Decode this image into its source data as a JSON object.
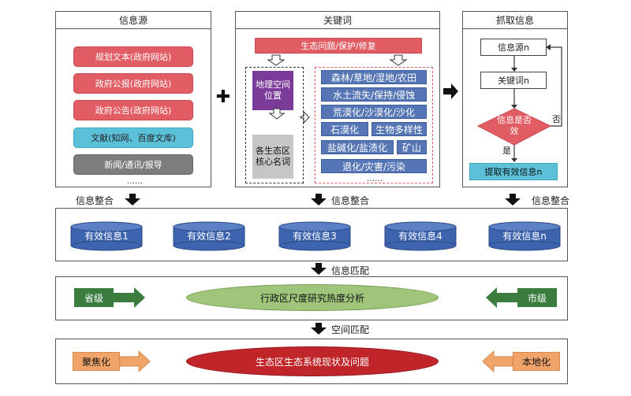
{
  "sources": {
    "title": "信息源",
    "items": [
      "规划文本(政府网站)",
      "政府公报(政府网站)",
      "政府公告(政府网站)",
      "文献(知网、百度文库)",
      "新闻/通讯/报导"
    ],
    "ellipsis": "……",
    "colors": [
      "#e25c63",
      "#e25c63",
      "#e25c63",
      "#5bc0d8",
      "#7d7d7d"
    ]
  },
  "plus": "✚",
  "keywords": {
    "title": "关键词",
    "top": "生态问题/保护/修复",
    "left_top": "地理空间位置",
    "left_bottom": "各生态区核心名词",
    "rows": [
      "森林/草地/湿地/农田",
      "水土流失/保持/侵蚀",
      "荒漠化/沙漠化/沙化",
      "石漠化",
      "生物多样性",
      "盐碱化/盐渍化",
      "矿山",
      "退化/灾害/污染"
    ],
    "ellipsis": "……"
  },
  "fetch": {
    "title": "抓取信息",
    "source": "信息源n",
    "keyword": "关键词n",
    "decision": "信息是否效",
    "no": "否",
    "yes": "是",
    "extract": "提取有效信息n"
  },
  "integrate": {
    "label1": "信息整合",
    "label2": "信息整合",
    "label3": "信息整合",
    "items": [
      "有效信息1",
      "有效信息2",
      "有效信息3",
      "有效信息4",
      "有效信息n"
    ]
  },
  "match1": {
    "label": "信息匹配",
    "left": "省级",
    "center": "行政区尺度研究热度分析",
    "right": "市级"
  },
  "match2": {
    "label": "空间匹配",
    "left": "聚焦化",
    "center": "生态区生态系统现状及问题",
    "right": "本地化"
  }
}
